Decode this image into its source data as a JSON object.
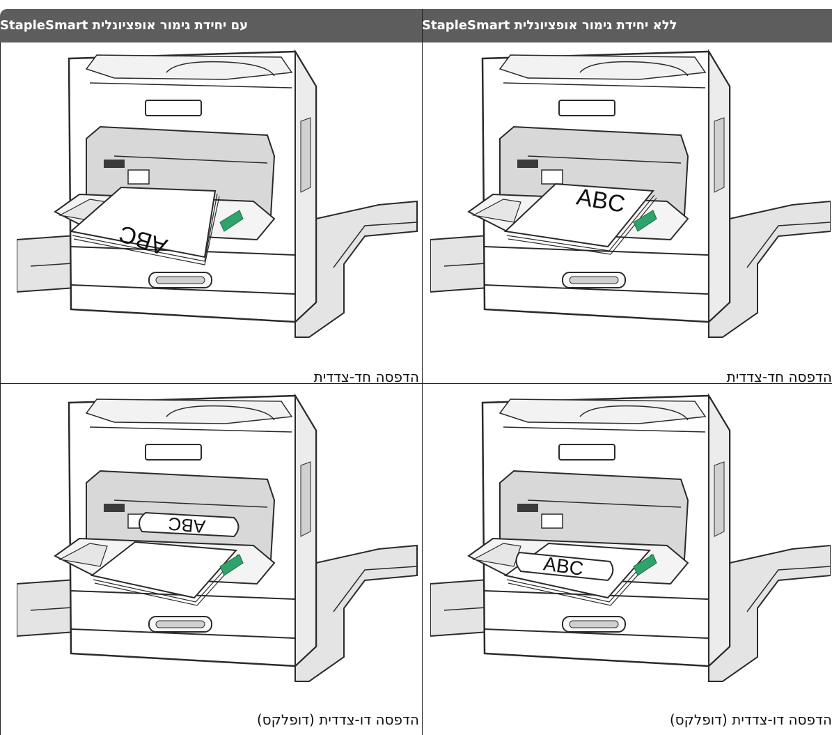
{
  "table": {
    "headers": {
      "with_staplesmart": "עם יחידת גימור אופציונלית StapleSmart",
      "without_staplesmart": "ללא יחידת גימור אופציונלית StapleSmart"
    },
    "rows": [
      {
        "with_caption": "הדפסה חד-צדדית",
        "without_caption": "הדפסה חד-צדדית",
        "with_paper_label": "ABC",
        "without_paper_label": "ABC"
      },
      {
        "with_caption": "הדפסה דו-צדדית (דופלקס)",
        "without_caption": "הדפסה דו-צדדית (דופלקס)",
        "with_paper_label": "ABC",
        "without_paper_label": "ABC"
      }
    ]
  },
  "colors": {
    "header_background": "#5d5d5d",
    "header_text": "#ffffff",
    "grid_lines": "#222222",
    "printer_outline": "#2a2a2a",
    "printer_fill": "#ffffff",
    "printer_shade": "#e4e4e4",
    "guide_green": "#2fa36b"
  },
  "icons": {
    "illustration": "printer-multipurpose-feeder-loading"
  }
}
